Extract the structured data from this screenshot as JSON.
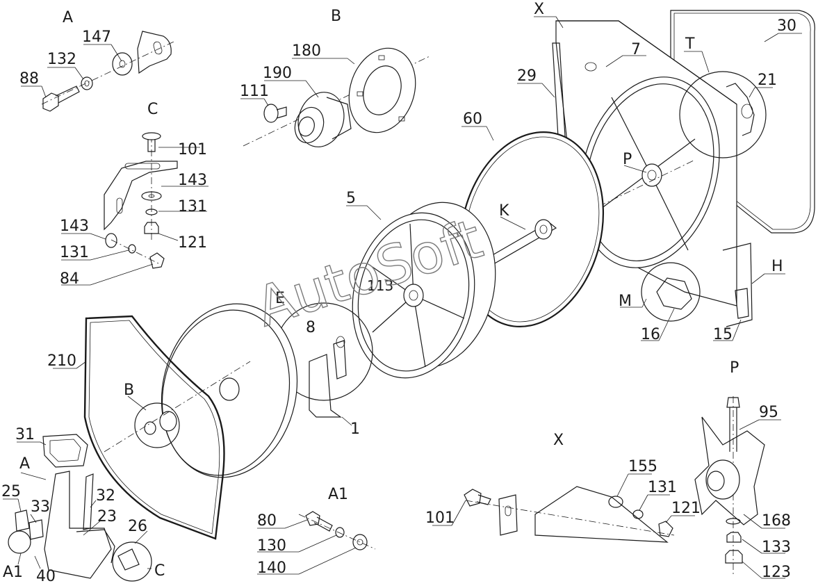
{
  "watermark": "AutoSoft",
  "views": {
    "A": "A",
    "B": "B",
    "C": "C",
    "P": "P",
    "X": "X",
    "A1": "A1"
  },
  "callouts": {
    "n147": "147",
    "n132": "132",
    "n88": "88",
    "n180": "180",
    "n190": "190",
    "n111": "111",
    "n101a": "101",
    "n143a": "143",
    "n131a": "131",
    "n121a": "121",
    "n143b": "143",
    "n131b": "131",
    "n84": "84",
    "nX": "X",
    "n7": "7",
    "n29": "29",
    "n30": "30",
    "nT": "T",
    "n21": "21",
    "n60": "60",
    "nPmain": "P",
    "nK": "K",
    "n5": "5",
    "n113": "113",
    "nE": "E",
    "n8": "8",
    "n1": "1",
    "nM": "M",
    "n16": "16",
    "nH": "H",
    "n15": "15",
    "n210": "210",
    "nB2": "B",
    "n31": "31",
    "nA2": "A",
    "n25": "25",
    "n33": "33",
    "n32": "32",
    "n23": "23",
    "n26": "26",
    "nA1b": "A1",
    "n40": "40",
    "nC2": "C",
    "n80": "80",
    "n130": "130",
    "n140": "140",
    "n101b": "101",
    "n155": "155",
    "n131c": "131",
    "n121b": "121",
    "n95": "95",
    "n168": "168",
    "n133": "133",
    "n123": "123"
  }
}
